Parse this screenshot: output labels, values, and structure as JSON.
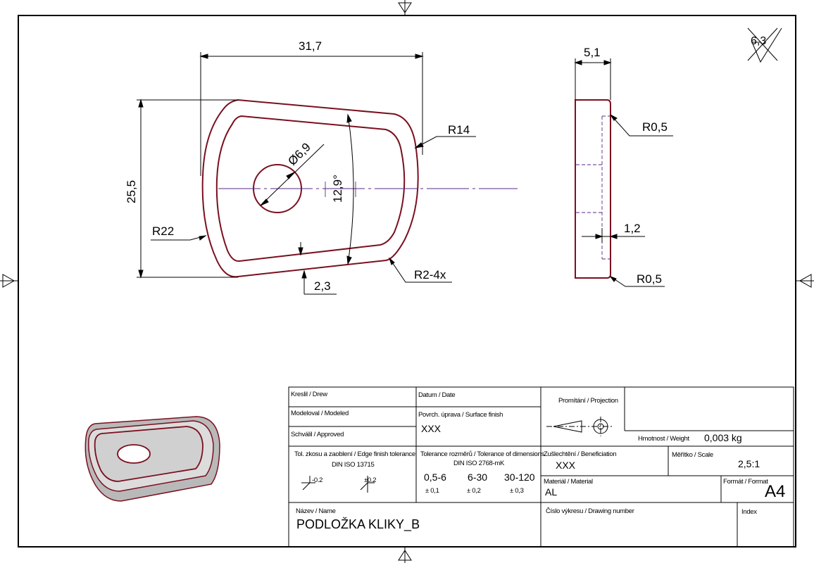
{
  "drawing": {
    "dimensions": {
      "width_top": "31,7",
      "height_left": "25,5",
      "hole_diameter": "Ø6,9",
      "angle": "12,9°",
      "radius_right": "R14",
      "radius_left": "R22",
      "radius_corners": "R2-4x",
      "border_offset": "2,3",
      "thickness": "5,1",
      "edge_radius_top": "R0,5",
      "edge_radius_bottom": "R0,5",
      "recess_depth": "1,2"
    },
    "surface_roughness": "6,3"
  },
  "title_block": {
    "drew_label": "Kreslil / Drew",
    "modeled_label": "Modeloval / Modeled",
    "approved_label": "Schválil / Approved",
    "date_label": "Datum / Date",
    "surface_finish_label": "Povrch. úprava / Surface finish",
    "surface_finish_value": "XXX",
    "projection_label": "Promítání / Projection",
    "weight_label": "Hmotnost / Weight",
    "weight_value": "0,003 kg",
    "edge_tolerance_label": "Tol. zkosu a zaoblení / Edge finish tolerance",
    "edge_tolerance_standard": "DIN ISO 13715",
    "edge_tol_external": "-0.2",
    "edge_tol_internal": "±0.2",
    "dim_tolerance_label": "Tolerance rozměrů / Tolerance of dimensions",
    "dim_tolerance_standard": "DIN ISO 2768-mK",
    "tolerances": [
      {
        "range": "0,5-6",
        "tol": "± 0,1"
      },
      {
        "range": "6-30",
        "tol": "± 0,2"
      },
      {
        "range": "30-120",
        "tol": "± 0,3"
      }
    ],
    "beneficiation_label": "Zušlechtění / Beneficiation",
    "beneficiation_value": "XXX",
    "scale_label": "Měřítko / Scale",
    "scale_value": "2,5:1",
    "material_label": "Materiál / Material",
    "material_value": "AL",
    "format_label": "Formát / Format",
    "format_value": "A4",
    "name_label": "Název / Name",
    "name_value": "PODLOŽKA KLIKY_B",
    "drawing_number_label": "Číslo výkresu / Drawing number",
    "index_label": "Index"
  }
}
